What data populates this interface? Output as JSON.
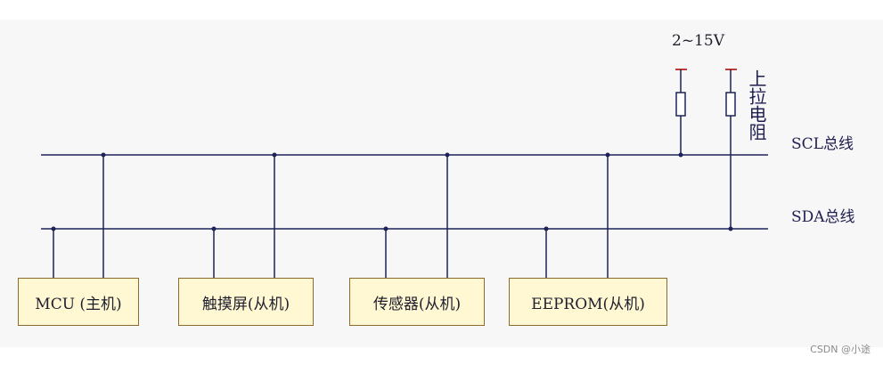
{
  "diagram": {
    "voltage_label": "2~15V",
    "resistor_label": "上拉电阻",
    "scl_bus_label": "SCL总线",
    "sda_bus_label": "SDA总线",
    "devices": [
      {
        "label": "MCU (主机)"
      },
      {
        "label": "触摸屏(从机)"
      },
      {
        "label": "传感器(从机)"
      },
      {
        "label": "EEPROM(从机)"
      }
    ]
  },
  "watermark": "CSDN @小途",
  "colors": {
    "background": "#f7f7f7",
    "bus_line": "#1c2358",
    "resistor_top": "#c23a3a",
    "device_fill": "#fff8d2",
    "device_border": "#8a6b2a"
  }
}
